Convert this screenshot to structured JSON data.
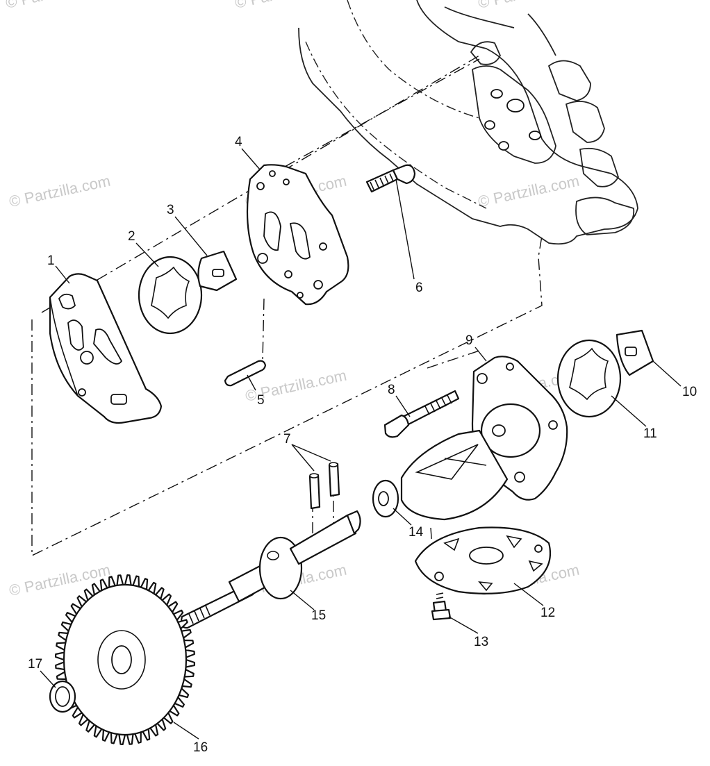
{
  "watermark": "© Partzilla.com",
  "callouts": {
    "c1": "1",
    "c2": "2",
    "c3": "3",
    "c4": "4",
    "c5": "5",
    "c6": "6",
    "c7": "7",
    "c8": "8",
    "c9": "9",
    "c10": "10",
    "c11": "11",
    "c12": "12",
    "c13": "13",
    "c14": "14",
    "c15": "15",
    "c16": "16",
    "c17": "17"
  }
}
